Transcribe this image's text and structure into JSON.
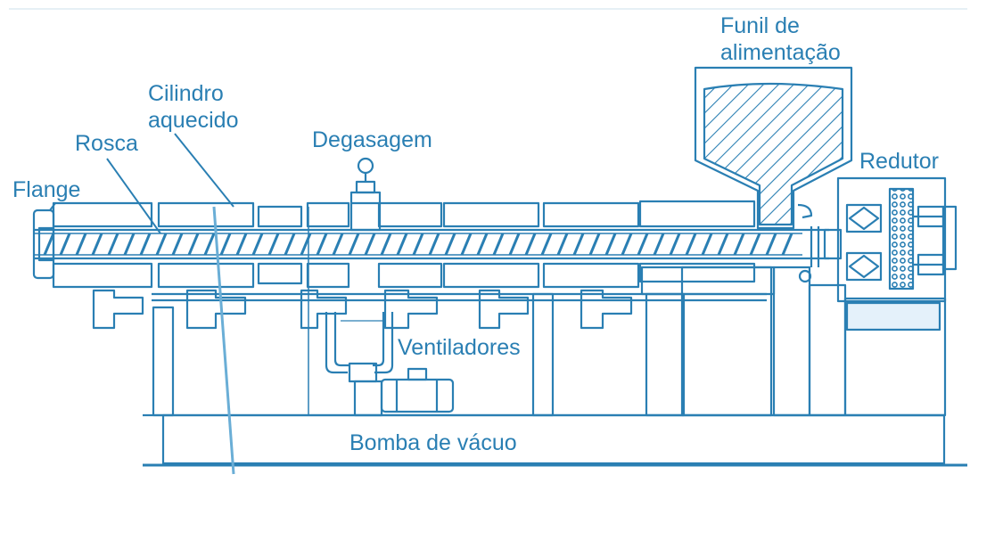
{
  "colors": {
    "ink": "#2a7fb3",
    "ink_light": "#6aaed6",
    "background": "#ffffff",
    "fill_tint": "#e4f1fa"
  },
  "labels": {
    "flange": "Flange",
    "rosca": "Rosca",
    "cilindro_line1": "Cilindro",
    "cilindro_line2": "aquecido",
    "degasagem": "Degasagem",
    "funil_line1": "Funil de",
    "funil_line2": "alimentação",
    "redutor": "Redutor",
    "ventiladores": "Ventiladores",
    "bomba": "Bomba de vácuo"
  }
}
